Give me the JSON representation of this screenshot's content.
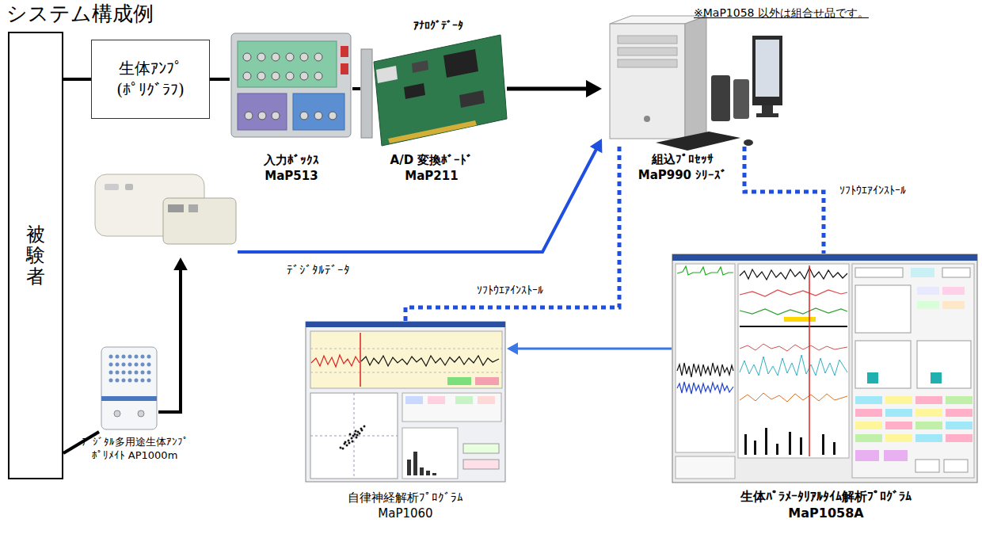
{
  "diagram": {
    "title": "システム構成例",
    "nodes": [
      {
        "text": [
          "被験者"
        ]
      },
      {
        "text": [
          "生体ｱﾝﾌﾟ (ﾎﾟﾘｸﾞﾗﾌ)"
        ]
      },
      {
        "text": [
          "入力ﾎﾞｯｸｽ MaP513"
        ]
      },
      {
        "text": [
          "A/D 変換ﾎﾞｰﾄﾞ MaP211"
        ]
      },
      {
        "text": [
          "組込ﾌﾟﾛｾｯｻ MaP990 ｼﾘｰｽﾞ"
        ]
      },
      {
        "text": []
      },
      {
        "text": [
          "ﾃﾞｼﾞﾀﾙ多用途生体ｱﾝﾌﾟ ﾎﾟﾘﾒｲﾄ AP1000m"
        ]
      },
      {
        "text": [
          "自律神経解析ﾌﾟﾛｸﾞﾗﾑ MaP1060"
        ]
      },
      {
        "text": [
          "生体ﾊﾟﾗﾒｰﾀﾘｱﾙﾀｲﾑ解析ﾌﾟﾛｸﾞﾗﾑ MaP1058A"
        ]
      }
    ],
    "edges": [
      {
        "from": 0,
        "to": 1,
        "arrow": "none"
      },
      {
        "from": 1,
        "to": 2,
        "arrow": "none"
      },
      {
        "from": 2,
        "to": 3,
        "label": "ｱﾅﾛｸﾞﾃﾞｰﾀ",
        "arrow": "none"
      },
      {
        "from": 3,
        "to": 4,
        "arrow": "to"
      },
      {
        "from": 0,
        "to": 6,
        "arrow": "none"
      },
      {
        "from": 6,
        "to": 5,
        "arrow": "to"
      },
      {
        "from": 5,
        "to": 4,
        "label": "ﾃﾞｼﾞﾀﾙﾃﾞｰﾀ",
        "arrow": "to"
      },
      {
        "from": 4,
        "to": 7,
        "label": "ｿﾌﾄｳｴｱｲﾝｽﾄｰﾙ",
        "arrow": "none"
      },
      {
        "from": 4,
        "to": 8,
        "label": "ｿﾌﾄｳｴｱｲﾝｽﾄｰﾙ",
        "arrow": "none"
      },
      {
        "from": 8,
        "to": 7,
        "arrow": "to"
      }
    ],
    "labels": [
      "※MaP1058 以外は組合せ品です。"
    ]
  }
}
